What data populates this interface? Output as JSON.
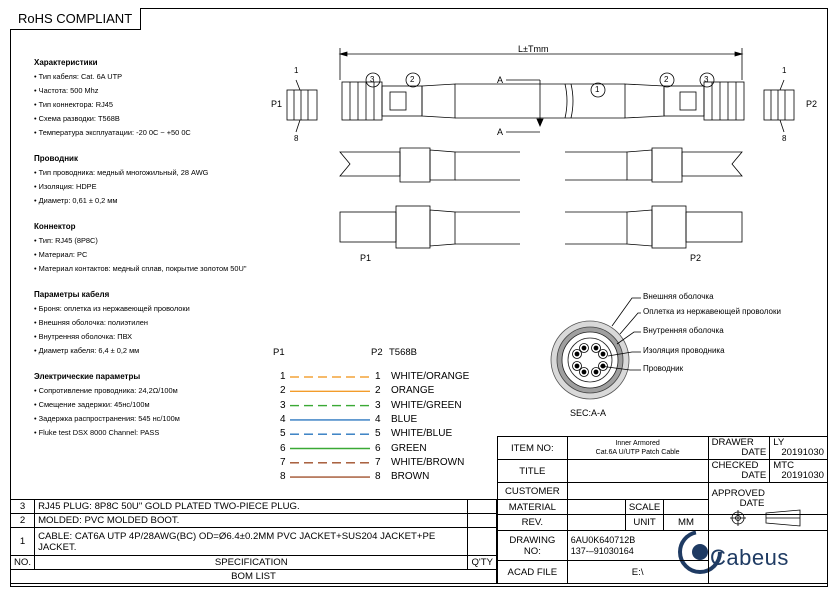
{
  "rohs_label": "RoHS COMPLIANT",
  "specs": {
    "sections": [
      {
        "title": "Характеристики",
        "lines": [
          "• Тип кабеля: Cat. 6A UTP",
          "• Частота: 500 Mhz",
          "• Тип коннектора: RJ45",
          "• Схема разводки: T568B",
          "• Температура эксплуатации: -20 0C ~ +50 0C"
        ]
      },
      {
        "title": "Проводник",
        "lines": [
          "• Тип проводника: медный многожильный, 28 AWG",
          "• Изоляция: HDPE",
          "• Диаметр: 0,61 ± 0,2 мм"
        ]
      },
      {
        "title": "Коннектор",
        "lines": [
          "• Тип: RJ45 (8P8C)",
          "• Материал: PC",
          "• Материал контактов: медный сплав, покрытие золотом 50U\""
        ]
      },
      {
        "title": "Параметры кабеля",
        "lines": [
          "• Броня: оплетка из нержавеющей проволоки",
          "• Внешняя оболочка: полиэтилен",
          "• Внутренняя оболочка: ПВХ",
          "• Диаметр кабеля: 6,4 ± 0,2 мм"
        ]
      },
      {
        "title": "Электрические параметры",
        "lines": [
          "• Сопротивление проводника: 24,2Ω/100м",
          "• Смещение задержки: 45нс/100м",
          "• Задержка распространения: 545 нс/100м",
          "• Fluke test DSX 8000 Channel: PASS"
        ]
      }
    ]
  },
  "drawing": {
    "length_label": "L±Tmm",
    "p1": "P1",
    "p2": "P2",
    "pin1": "1",
    "pin8": "8",
    "a_label": "A",
    "callout_1": "1",
    "callout_2": "2",
    "callout_3": "3",
    "section_caption": "SEC:A-A",
    "section_labels": [
      "Внешняя оболочка",
      "Оплетка из нержавеющей проволоки",
      "Внутренняя оболочка",
      "Изоляция проводника",
      "Проводник"
    ]
  },
  "wiring": {
    "header_p1": "P1",
    "header_p2": "P2",
    "header_std": "T568B",
    "rows": [
      {
        "left": "1",
        "right": "1",
        "name": "WHITE/ORANGE",
        "color": "#f39c2b",
        "striped": true
      },
      {
        "left": "2",
        "right": "2",
        "name": "ORANGE",
        "color": "#f39c2b",
        "striped": false
      },
      {
        "left": "3",
        "right": "3",
        "name": "WHITE/GREEN",
        "color": "#3aa935",
        "striped": true
      },
      {
        "left": "4",
        "right": "4",
        "name": "BLUE",
        "color": "#2e79c0",
        "striped": false
      },
      {
        "left": "5",
        "right": "5",
        "name": "WHITE/BLUE",
        "color": "#2e79c0",
        "striped": true
      },
      {
        "left": "6",
        "right": "6",
        "name": "GREEN",
        "color": "#3aa935",
        "striped": false
      },
      {
        "left": "7",
        "right": "7",
        "name": "WHITE/BROWN",
        "color": "#a0522d",
        "striped": true
      },
      {
        "left": "8",
        "right": "8",
        "name": "BROWN",
        "color": "#a0522d",
        "striped": false
      }
    ]
  },
  "bom": {
    "rows": [
      {
        "no": "3",
        "spec": "RJ45 PLUG: 8P8C 50U\" GOLD PLATED TWO-PIECE PLUG."
      },
      {
        "no": "2",
        "spec": "MOLDED: PVC MOLDED BOOT."
      },
      {
        "no": "1",
        "spec": "CABLE: CAT6A UTP 4P/28AWG(BC)  OD=Ø6.4±0.2MM PVC JACKET+SUS204 JACKET+PE JACKET."
      }
    ],
    "header_no": "NO.",
    "header_spec": "SPECIFICATION",
    "header_qty": "Q'TY",
    "footer": "BOM LIST"
  },
  "title_block": {
    "item_no_label": "ITEM NO:",
    "item_no_value_1": "Inner Armored",
    "item_no_value_2": "Cat.6A U/UTP Patch Cable",
    "title_label": "TITLE",
    "customer_label": "CUSTOMER",
    "material_label": "MATERIAL",
    "scale_label": "SCALE",
    "rev_label": "REV.",
    "unit_label": "UNIT",
    "unit_value": "MM",
    "drawing_no_label_1": "DRAWING",
    "drawing_no_label_2": "NO:",
    "drawing_no_value_1": "6AU0K640712B",
    "drawing_no_value_2": "137-–91030164",
    "acad_label": "ACAD FILE",
    "acad_value": "E:\\",
    "drawer_label": "DRAWER",
    "drawer_value": "LY",
    "date_label": "DATE",
    "drawer_date": "20191030",
    "checked_label": "CHECKED",
    "checked_value": "MTC",
    "checked_date": "20191030",
    "approved_label": "APPROVED",
    "approved_date": "",
    "logo_text": "Cabeus",
    "brand_color": "#1f3b63"
  }
}
